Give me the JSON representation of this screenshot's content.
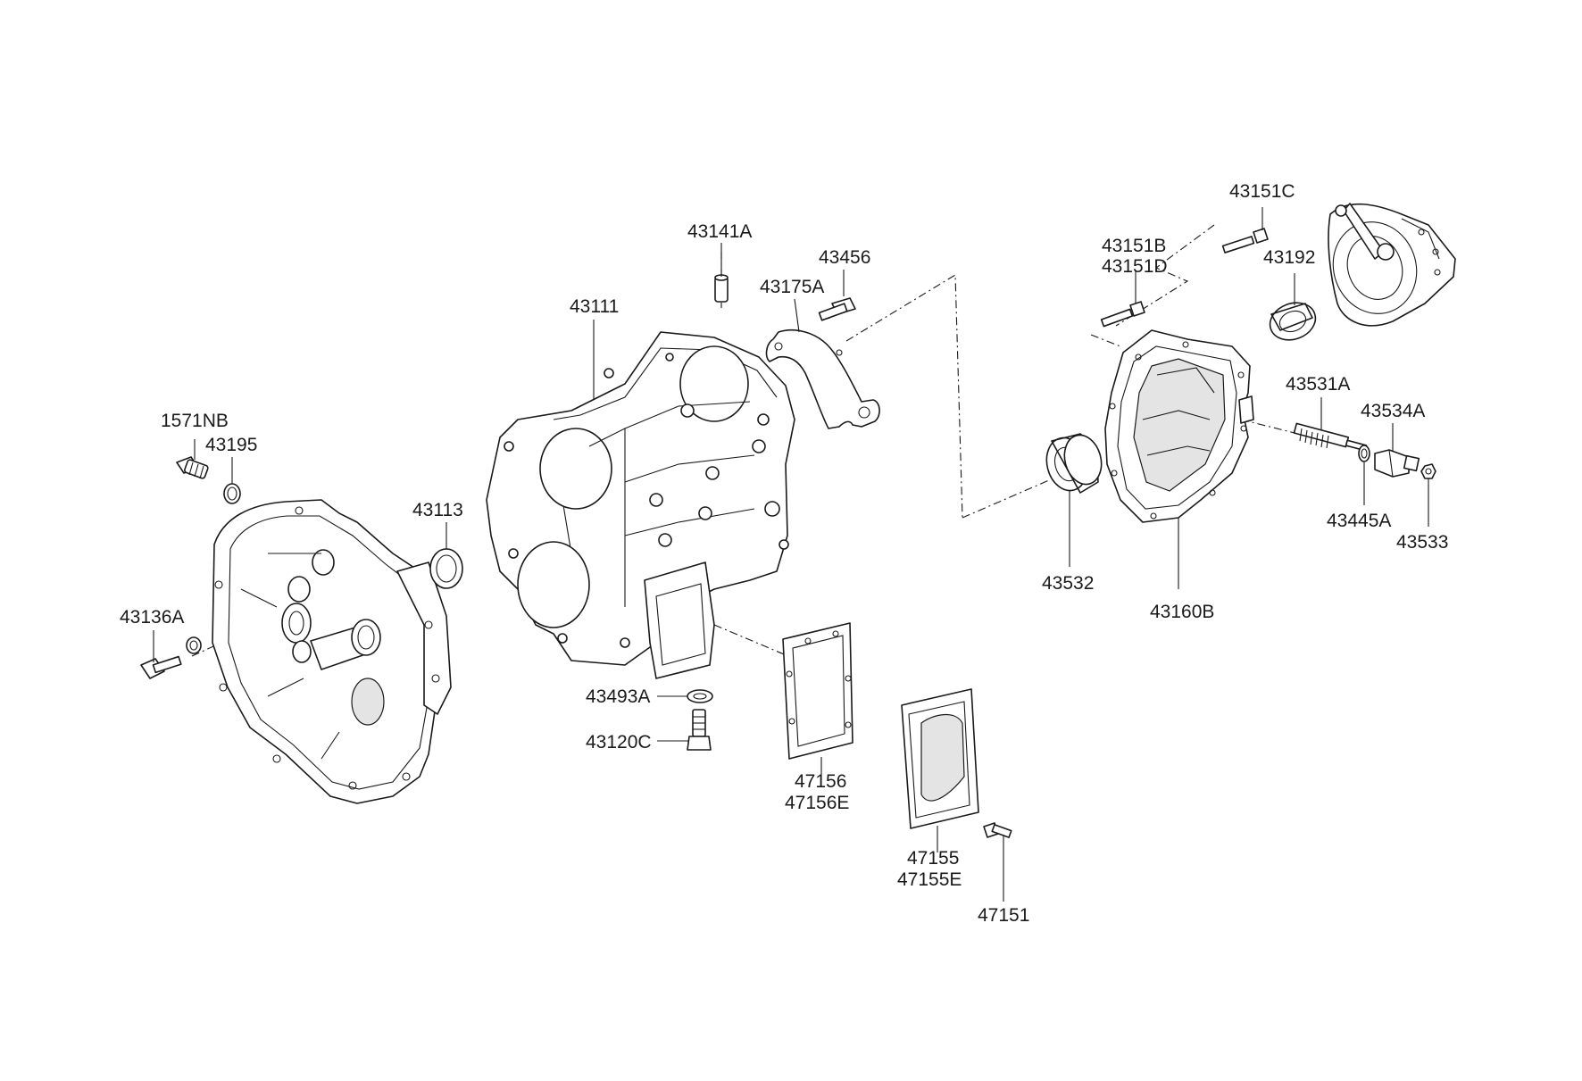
{
  "labels": {
    "p43141A": "43141A",
    "p43456": "43456",
    "p43175A": "43175A",
    "p43111": "43111",
    "p1571NB": "1571NB",
    "p43195": "43195",
    "p43113": "43113",
    "p43136A": "43136A",
    "p43493A": "43493A",
    "p43120C": "43120C",
    "p47156": "47156",
    "p47156E": "47156E",
    "p47155": "47155",
    "p47155E": "47155E",
    "p47151": "47151",
    "p43151C": "43151C",
    "p43151B": "43151B",
    "p43151D": "43151D",
    "p43192": "43192",
    "p43531A": "43531A",
    "p43534A": "43534A",
    "p43445A": "43445A",
    "p43533": "43533",
    "p43532": "43532",
    "p43160B": "43160B"
  },
  "icons": {
    "bolt": "bolt-icon",
    "washer": "washer-icon",
    "seal": "oil-seal-icon",
    "housing": "housing-icon"
  }
}
